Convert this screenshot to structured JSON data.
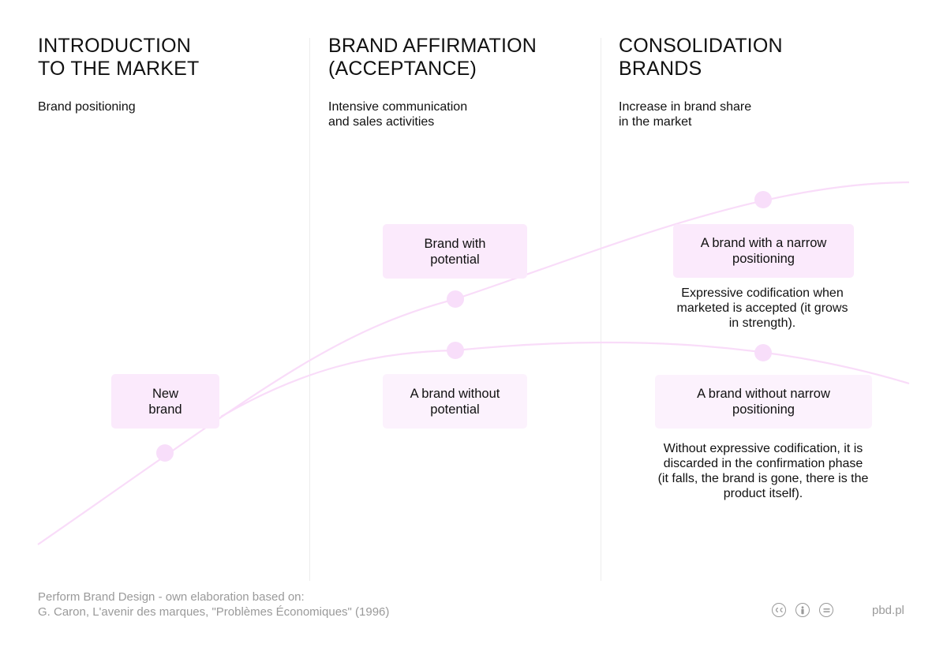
{
  "phases": [
    {
      "title": "INTRODUCTION\nTO THE MARKET",
      "subtitle": "Brand positioning"
    },
    {
      "title": "BRAND AFFIRMATION\n(ACCEPTANCE)",
      "subtitle": "Intensive communication\nand sales activities"
    },
    {
      "title": "CONSOLIDATION\nBRANDS",
      "subtitle": "Increase in brand share\nin the market"
    }
  ],
  "boxes": {
    "new_brand": "New\nbrand",
    "with_potential": "Brand with\npotential",
    "without_potential": "A brand without\npotential",
    "narrow": "A brand with a narrow\npositioning",
    "without_narrow": "A brand without narrow\npositioning"
  },
  "notes": {
    "narrow_note": "Expressive codification when\nmarketed is accepted (it grows\nin strength).",
    "without_narrow_note": "Without expressive codification, it is\ndiscarded in the confirmation phase\n(it falls, the brand is gone, there is the\nproduct itself)."
  },
  "footer": {
    "credit": "Perform Brand Design - own elaboration based on:\nG. Caron, L'avenir des marques, \"Problèmes Économiques\" (1996)",
    "site": "pbd.pl"
  },
  "icons": [
    "cc-icon",
    "by-icon",
    "nd-icon"
  ],
  "colors": {
    "curve": "#f9dcf9",
    "dot": "#f8defa",
    "box": "#fbeafc",
    "divider": "#ececec",
    "muted_text": "#9a9a9a"
  }
}
